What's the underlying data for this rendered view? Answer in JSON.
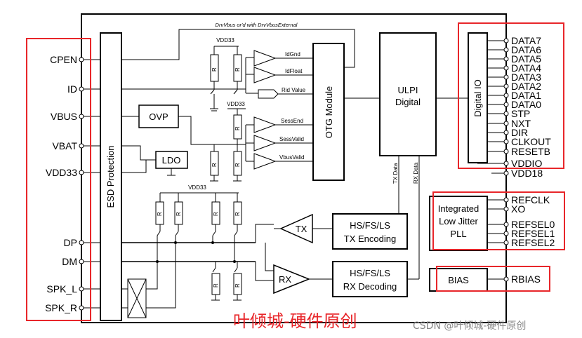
{
  "left_pins": [
    "CPEN",
    "ID",
    "VBUS",
    "VBAT",
    "VDD33",
    "DP",
    "DM",
    "SPK_L",
    "SPK_R"
  ],
  "right_pins_digital": [
    "DATA7",
    "DATA6",
    "DATA5",
    "DATA4",
    "DATA3",
    "DATA2",
    "DATA1",
    "DATA0",
    "STP",
    "NXT",
    "DIR",
    "CLKOUT",
    "RESETB",
    "VDDIO"
  ],
  "right_pins_other": [
    "VDD18",
    "REFCLK",
    "XO",
    "REFSEL0",
    "REFSEL1",
    "REFSEL2",
    "RBIAS"
  ],
  "blocks": {
    "esd": "ESD Protection",
    "ovp": "OVP",
    "ldo": "LDO",
    "otg": "OTG Module",
    "ulpi_line1": "ULPI",
    "ulpi_line2": "Digital",
    "digital_io": "Digital IO",
    "pll_line1": "Integrated",
    "pll_line2": "Low Jitter",
    "pll_line3": "PLL",
    "bias": "BIAS",
    "tx": "TX",
    "rx": "RX",
    "tx_enc_line1": "HS/FS/LS",
    "tx_enc_line2": "TX Encoding",
    "rx_dec_line1": "HS/FS/LS",
    "rx_dec_line2": "RX Decoding"
  },
  "signals": {
    "drvvbus": "DrvVbus or'd with DrvVbusExternal",
    "idgnd": "IdGnd",
    "idfloat": "IdFloat",
    "rid_value": "Rid Value",
    "sessend": "SessEnd",
    "sessvalid": "SessValid",
    "vbusvalid": "VbusValid",
    "tx_data": "TX Data",
    "rx_data": "RX Data",
    "vdd33_a": "VDD33",
    "vdd33_b": "VDD33",
    "vdd33_c": "VDD33"
  },
  "resistors": {
    "r_gw": "R",
    "r_id": "R",
    "r_vpu": "R",
    "r_vb": "R",
    "r_vpd": "R",
    "r_cd1": "R",
    "r_cd2": "R",
    "r_pu1": "R",
    "r_pu2": "R",
    "r_pd1": "R",
    "r_pd2": "R"
  },
  "watermarks": {
    "red": "叶倾城-硬件原创",
    "gray": "CSDN @叶倾城-硬件原创"
  },
  "colors": {
    "highlight": "#e8262a",
    "line": "#000000",
    "watermark_gray": "#888888"
  }
}
